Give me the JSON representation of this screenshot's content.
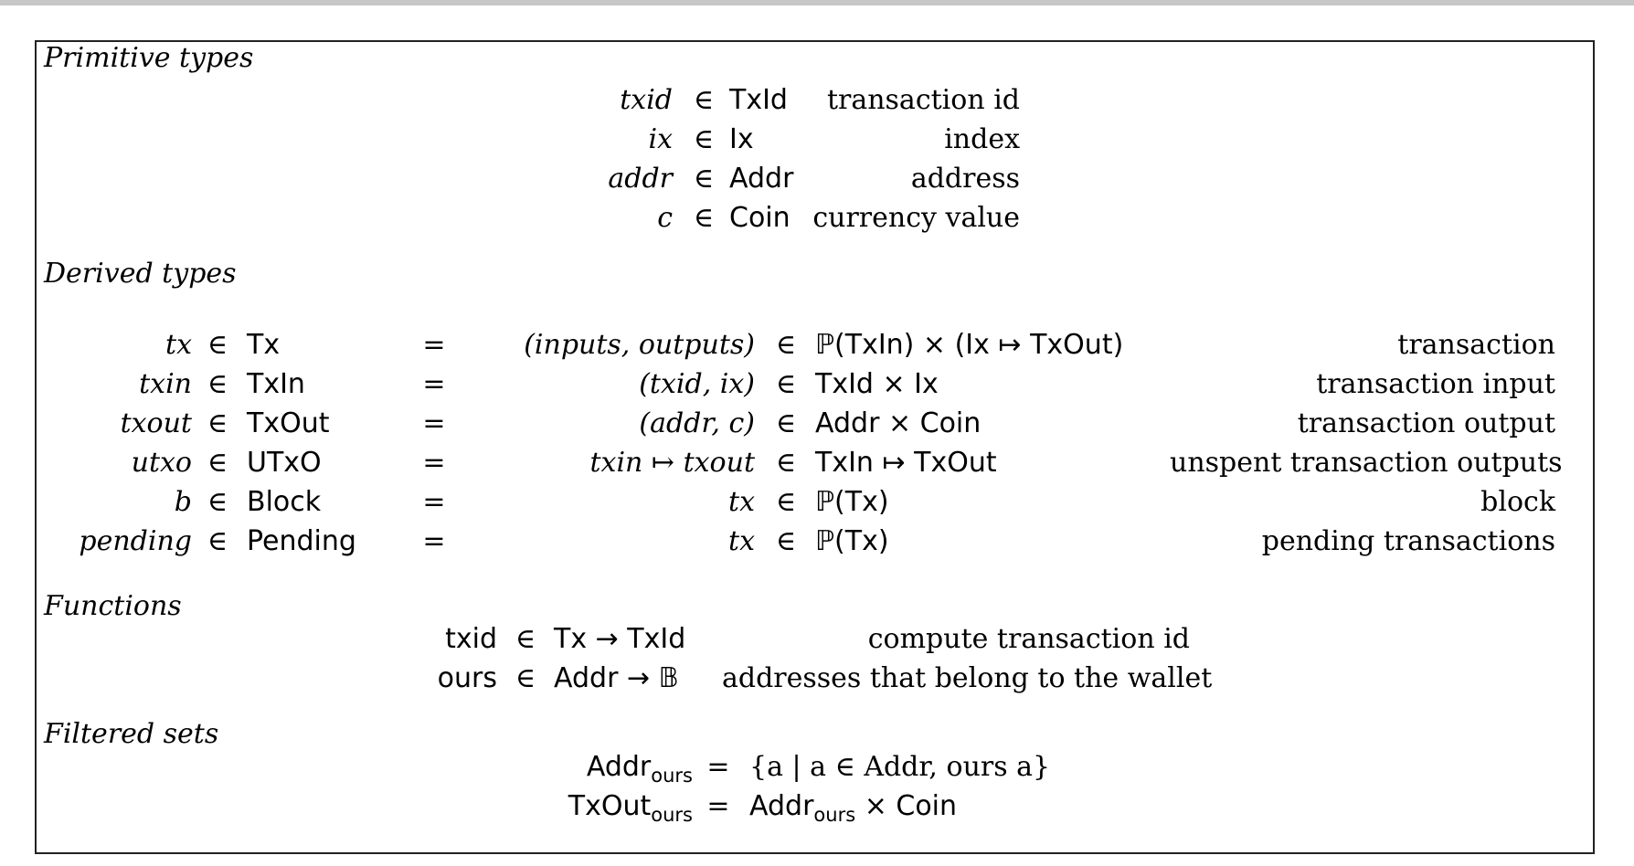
{
  "sections": {
    "primitive": "Primitive types",
    "derived": "Derived types",
    "functions": "Functions",
    "filtered": "Filtered sets"
  },
  "sym": {
    "in": "∈",
    "eq": "="
  },
  "primitive_rows": [
    {
      "var": "txid",
      "type": "TxId",
      "desc": "transaction id"
    },
    {
      "var": "ix",
      "type": "Ix",
      "desc": "index"
    },
    {
      "var": "addr",
      "type": "Addr",
      "desc": "address"
    },
    {
      "var": "c",
      "type": "Coin",
      "desc": "currency value"
    }
  ],
  "derived_rows": [
    {
      "var": "tx",
      "type": "Tx",
      "expr": "(inputs, outputs)",
      "def": "ℙ(TxIn) × (Ix ↦ TxOut)",
      "desc": "transaction"
    },
    {
      "var": "txin",
      "type": "TxIn",
      "expr": "(txid, ix)",
      "def": "TxId × Ix",
      "desc": "transaction input"
    },
    {
      "var": "txout",
      "type": "TxOut",
      "expr": "(addr, c)",
      "def": "Addr × Coin",
      "desc": "transaction output"
    },
    {
      "var": "utxo",
      "type": "UTxO",
      "expr": "txin ↦ txout",
      "def": "TxIn ↦ TxOut",
      "desc": "unspent transaction outputs"
    },
    {
      "var": "b",
      "type": "Block",
      "expr": "tx",
      "def": "ℙ(Tx)",
      "desc": "block"
    },
    {
      "var": "pending",
      "type": "Pending",
      "expr": "tx",
      "def": "ℙ(Tx)",
      "desc": "pending transactions"
    }
  ],
  "function_rows": [
    {
      "name": "txid",
      "sig": "Tx → TxId",
      "desc": "compute transaction id"
    },
    {
      "name": "ours",
      "sig": "Addr → 𝔹",
      "desc": "addresses that belong to the wallet"
    }
  ],
  "filtered_rows": [
    {
      "base": "Addr",
      "sub": "ours",
      "rhs": "{a | a ∈ Addr, ours a}"
    },
    {
      "base": "TxOut",
      "sub": "ours",
      "rhs_base": "Addr",
      "rhs_sub": "ours",
      "rhs_tail": " × Coin"
    }
  ]
}
